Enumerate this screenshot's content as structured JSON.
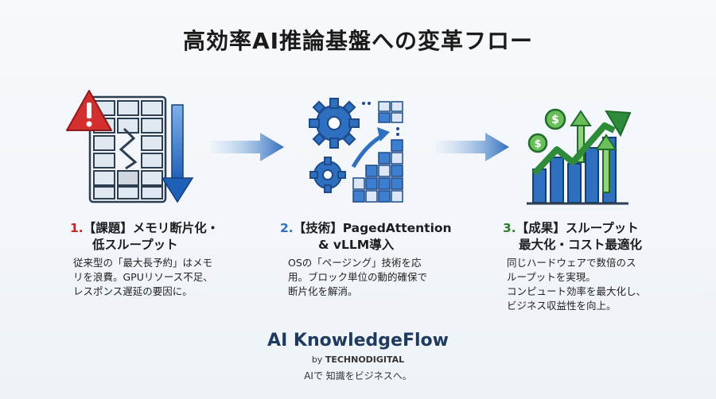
{
  "title": "高効率AI推論基盤への変革フロー",
  "steps": [
    {
      "number": "1.",
      "title_line1": "【課題】メモリ断片化・",
      "title_line2": "低スループット",
      "description": [
        "従来型の「最大長予約」はメモ",
        "リを浪費。GPUリソース不足、",
        "レスポンス遅延の要因に。"
      ],
      "icon": "fragmented-memory-warning-icon",
      "number_color": "#c62828"
    },
    {
      "number": "2.",
      "title_line1": "【技術】PagedAttention",
      "title_line2": "& vLLM導入",
      "description": [
        "OSの「ページング」技術を応",
        "用。ブロック単位の動的確保で",
        "断片化を解消。"
      ],
      "icon": "gears-blocks-icon",
      "number_color": "#2f6fbf"
    },
    {
      "number": "3.",
      "title_line1": "【成果】スループット",
      "title_line2": "最大化・コスト最適化",
      "description": [
        "同じハードウェアで数倍のス",
        "ループットを実現。",
        "コンピュート効率を最大化し、",
        "ビジネス収益性を向上。"
      ],
      "icon": "growth-chart-coins-icon",
      "number_color": "#2e7d32"
    }
  ],
  "brand": {
    "name": "AI KnowledgeFlow",
    "by": "by",
    "company": "TECHNODIGITAL",
    "tagline": "AIで 知識をビジネスへ。"
  },
  "colors": {
    "blue": "#2f6fbf",
    "light_blue": "#4a90d9",
    "red": "#c62828",
    "green": "#2e7d32",
    "light_green": "#6abf5a"
  }
}
